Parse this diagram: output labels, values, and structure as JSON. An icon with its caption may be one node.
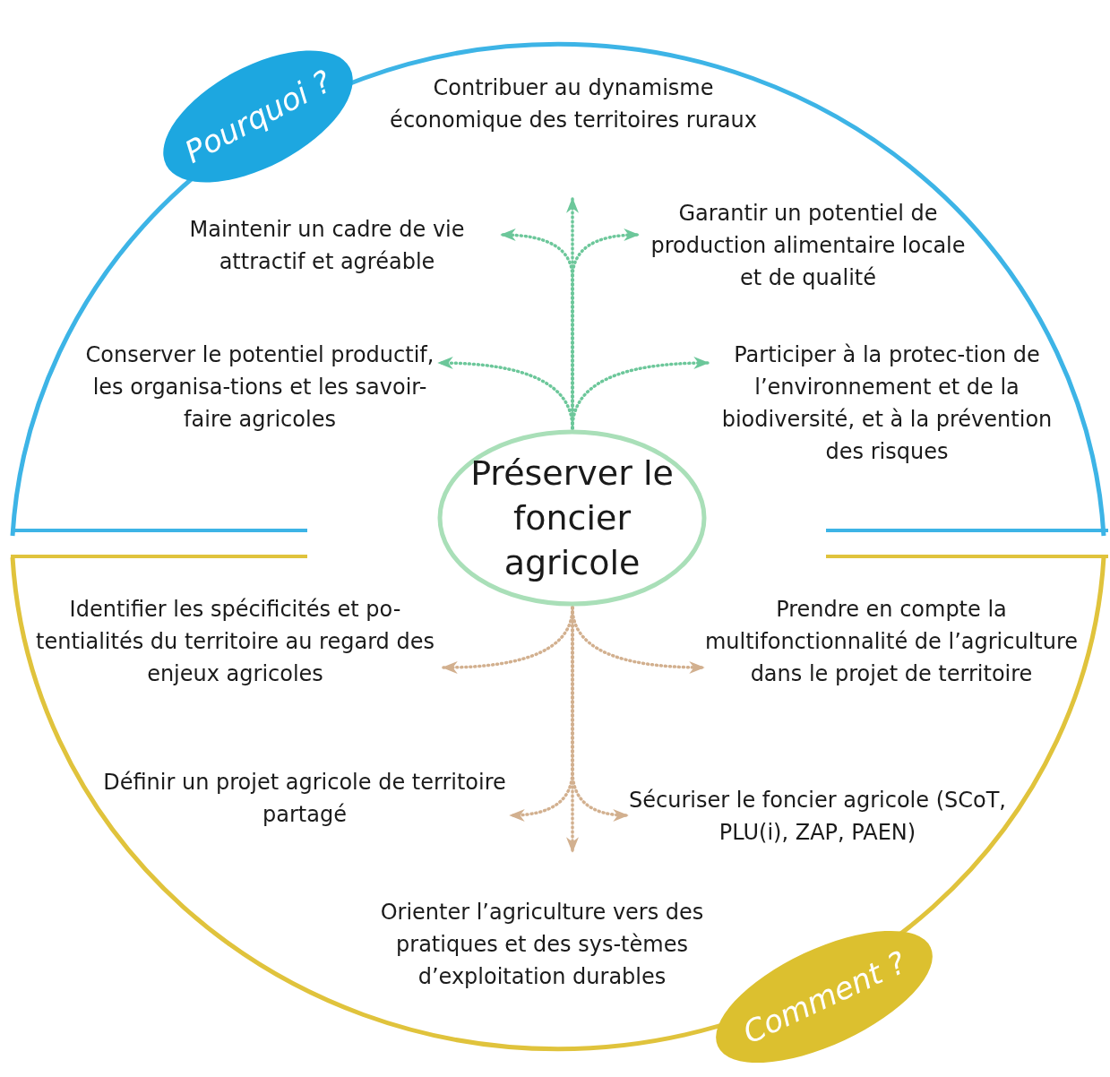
{
  "diagram": {
    "nodes": [
      {
        "text": [
          "Préserver le foncier agricole"
        ]
      },
      {
        "text": [
          "Pourquoi ?"
        ]
      },
      {
        "text": [
          "Comment ?"
        ]
      },
      {
        "text": [
          "Contribuer au dynamisme économique des territoires ruraux"
        ]
      },
      {
        "text": [
          "Maintenir un cadre de vie attractif et agréable"
        ]
      },
      {
        "text": [
          "Garantir un potentiel de production alimentaire locale et de qualité"
        ]
      },
      {
        "text": [
          "Conserver le potentiel productif, les organisa-tions et les savoir-faire agricoles"
        ]
      },
      {
        "text": [
          "Participer à la protec-tion de l’environnement et de la biodiversité, et à la prévention des risques"
        ]
      },
      {
        "text": [
          "Identifier les spécificités et po-tentialités du territoire au regard des enjeux agricoles"
        ]
      },
      {
        "text": [
          "Prendre en compte la multifonctionnalité de l’agriculture dans le projet de territoire"
        ]
      },
      {
        "text": [
          "Définir un projet agricole de territoire partagé"
        ]
      },
      {
        "text": [
          "Sécuriser le foncier agricole (SCoT, PLU(i), ZAP, PAEN)"
        ]
      },
      {
        "text": [
          "Orienter l’agriculture vers des pratiques et des sys-tèmes d’exploitation durables"
        ]
      }
    ],
    "edges": [
      {
        "from": 0,
        "to": 3,
        "arrow": "to",
        "style": "dashed",
        "color": "#6cc79a"
      },
      {
        "from": 0,
        "to": 4,
        "arrow": "to",
        "style": "dashed",
        "color": "#6cc79a"
      },
      {
        "from": 0,
        "to": 5,
        "arrow": "to",
        "style": "dashed",
        "color": "#6cc79a"
      },
      {
        "from": 0,
        "to": 6,
        "arrow": "to",
        "style": "dashed",
        "color": "#6cc79a"
      },
      {
        "from": 0,
        "to": 7,
        "arrow": "to",
        "style": "dashed",
        "color": "#6cc79a"
      },
      {
        "from": 0,
        "to": 8,
        "arrow": "to",
        "style": "dashed",
        "color": "#d2b08f"
      },
      {
        "from": 0,
        "to": 9,
        "arrow": "to",
        "style": "dashed",
        "color": "#d2b08f"
      },
      {
        "from": 0,
        "to": 10,
        "arrow": "to",
        "style": "dashed",
        "color": "#d2b08f"
      },
      {
        "from": 0,
        "to": 11,
        "arrow": "to",
        "style": "dashed",
        "color": "#d2b08f"
      },
      {
        "from": 0,
        "to": 12,
        "arrow": "to",
        "style": "dashed",
        "color": "#d2b08f"
      }
    ]
  }
}
